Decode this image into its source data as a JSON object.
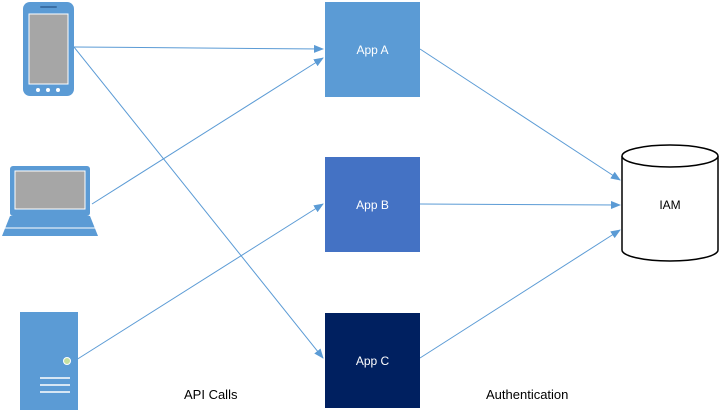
{
  "devices": [
    {
      "type": "phone-icon"
    },
    {
      "type": "laptop-icon"
    },
    {
      "type": "server-icon"
    }
  ],
  "apps": [
    {
      "label": "App A",
      "color": "#5b9bd5"
    },
    {
      "label": "App B",
      "color": "#4472c4"
    },
    {
      "label": "App C",
      "color": "#002060"
    }
  ],
  "iam": {
    "label": "IAM"
  },
  "captions": {
    "api_calls": "API Calls",
    "authentication": "Authentication"
  },
  "colors": {
    "device_fill": "#5b9bd5",
    "device_screen": "#a6a6a6",
    "arrow": "#5b9bd5"
  }
}
